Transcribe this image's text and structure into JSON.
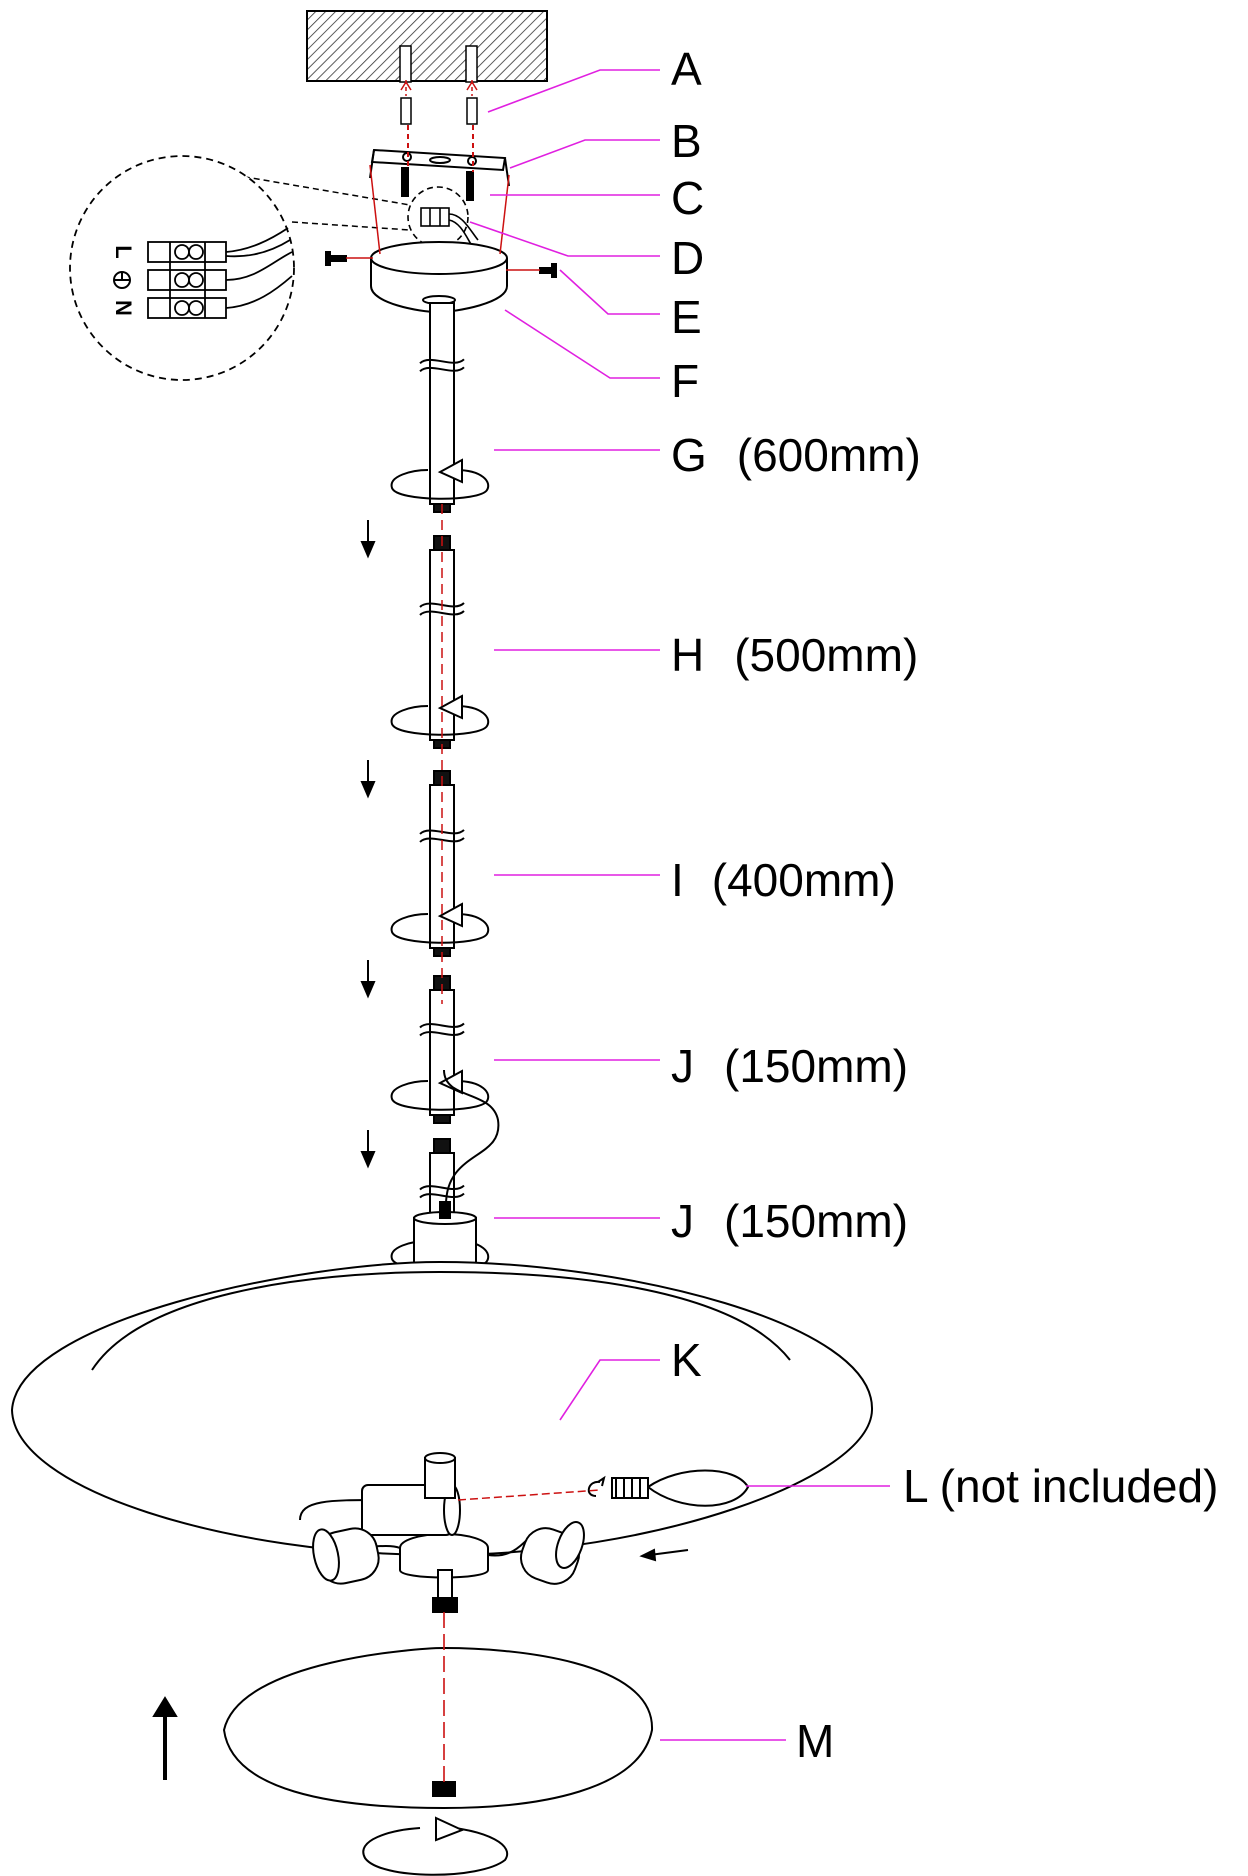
{
  "parts": [
    {
      "letter": "A",
      "size": ""
    },
    {
      "letter": "B",
      "size": ""
    },
    {
      "letter": "C",
      "size": ""
    },
    {
      "letter": "D",
      "size": ""
    },
    {
      "letter": "E",
      "size": ""
    },
    {
      "letter": "F",
      "size": ""
    },
    {
      "letter": "G",
      "size": "(600mm)"
    },
    {
      "letter": "H",
      "size": "(500mm)"
    },
    {
      "letter": "I",
      "size": "(400mm)"
    },
    {
      "letter": "J",
      "size": "(150mm)"
    },
    {
      "letter": "J",
      "size": "(150mm)"
    },
    {
      "letter": "K",
      "size": ""
    },
    {
      "letter": "L",
      "size": "(not included)"
    },
    {
      "letter": "M",
      "size": ""
    }
  ],
  "terminal_labels": [
    "L",
    "N"
  ],
  "colors": {
    "leader": "#e020e0",
    "assembly_line": "#cc1111",
    "ink": "#111111"
  }
}
